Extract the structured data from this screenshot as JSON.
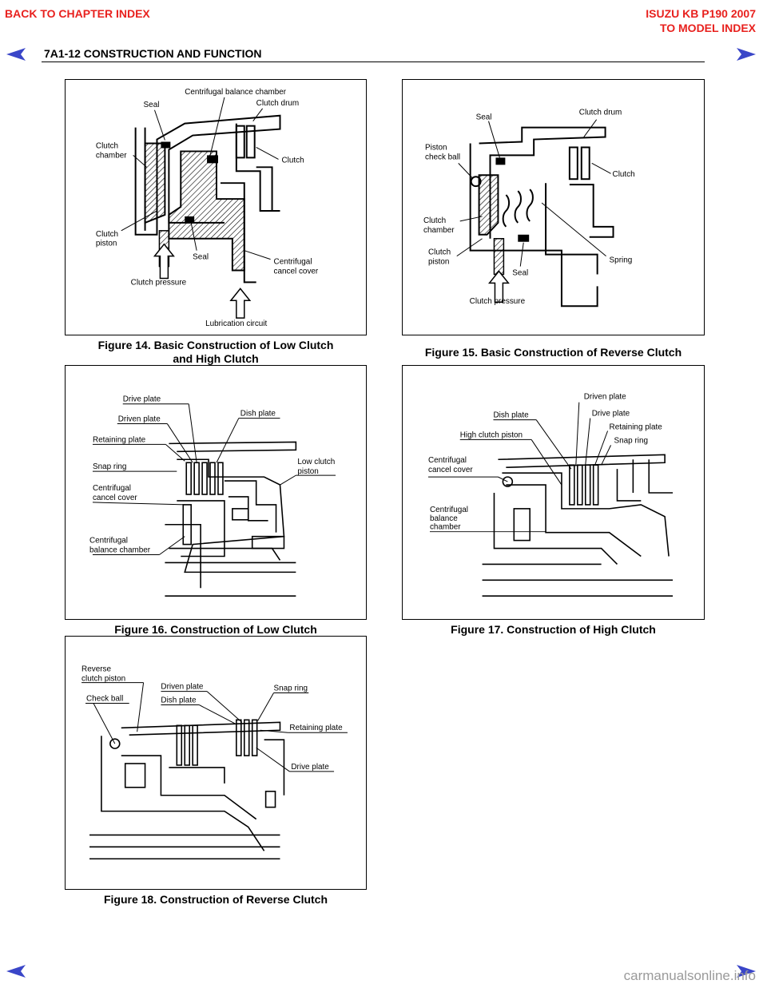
{
  "nav": {
    "back_chapter": "BACK TO CHAPTER INDEX",
    "model_title": "ISUZU KB P190 2007",
    "model_index": "TO MODEL INDEX",
    "link_color": "#e8211e",
    "arrow_color": "#3a46c8"
  },
  "header": {
    "page_title": "7A1-12   CONSTRUCTION AND FUNCTION"
  },
  "figures": [
    {
      "caption_line1": "Figure 14. Basic Construction of Low Clutch",
      "caption_line2": "and High Clutch",
      "labels": {
        "seal_top": "Seal",
        "balance_chamber": "Centrifugal balance chamber",
        "clutch_drum": "Clutch drum",
        "clutch_chamber_1": "Clutch",
        "clutch_chamber_2": "chamber",
        "clutch": "Clutch",
        "clutch_piston_1": "Clutch",
        "clutch_piston_2": "piston",
        "seal_bottom": "Seal",
        "cancel_cover_1": "Centrifugal",
        "cancel_cover_2": "cancel cover",
        "clutch_pressure": "Clutch pressure",
        "lubrication": "Lubrication circuit"
      }
    },
    {
      "caption": "Figure 15. Basic Construction of Reverse Clutch",
      "labels": {
        "seal_top": "Seal",
        "clutch_drum": "Clutch drum",
        "piston_check_1": "Piston",
        "piston_check_2": "check ball",
        "clutch": "Clutch",
        "clutch_chamber_1": "Clutch",
        "clutch_chamber_2": "chamber",
        "clutch_piston_1": "Clutch",
        "clutch_piston_2": "piston",
        "seal_bottom": "Seal",
        "spring": "Spring",
        "clutch_pressure": "Clutch pressure"
      }
    },
    {
      "caption": "Figure 16. Construction of Low Clutch",
      "labels": {
        "drive_plate": "Drive plate",
        "driven_plate": "Driven plate",
        "dish_plate": "Dish plate",
        "retaining_plate": "Retaining plate",
        "snap_ring": "Snap ring",
        "low_clutch_1": "Low clutch",
        "low_clutch_2": "piston",
        "cancel_cover_1": "Centrifugal",
        "cancel_cover_2": "cancel cover",
        "balance_1": "Centrifugal",
        "balance_2": "balance chamber"
      }
    },
    {
      "caption": "Figure 17. Construction of High Clutch",
      "labels": {
        "driven_plate": "Driven plate",
        "dish_plate": "Dish plate",
        "drive_plate": "Drive plate",
        "retaining_plate": "Retaining plate",
        "high_clutch_piston": "High clutch piston",
        "snap_ring": "Snap ring",
        "cancel_cover_1": "Centrifugal",
        "cancel_cover_2": "cancel cover",
        "balance_1": "Centrifugal",
        "balance_2": "balance",
        "balance_3": "chamber"
      }
    },
    {
      "caption": "Figure 18. Construction of Reverse Clutch",
      "labels": {
        "reverse_1": "Reverse",
        "reverse_2": "clutch piston",
        "check_ball": "Check ball",
        "driven_plate": "Driven plate",
        "dish_plate": "Dish plate",
        "snap_ring": "Snap ring",
        "retaining_plate": "Retaining plate",
        "drive_plate": "Drive plate"
      }
    }
  ],
  "footer": {
    "watermark": "carmanualsonline.info"
  }
}
